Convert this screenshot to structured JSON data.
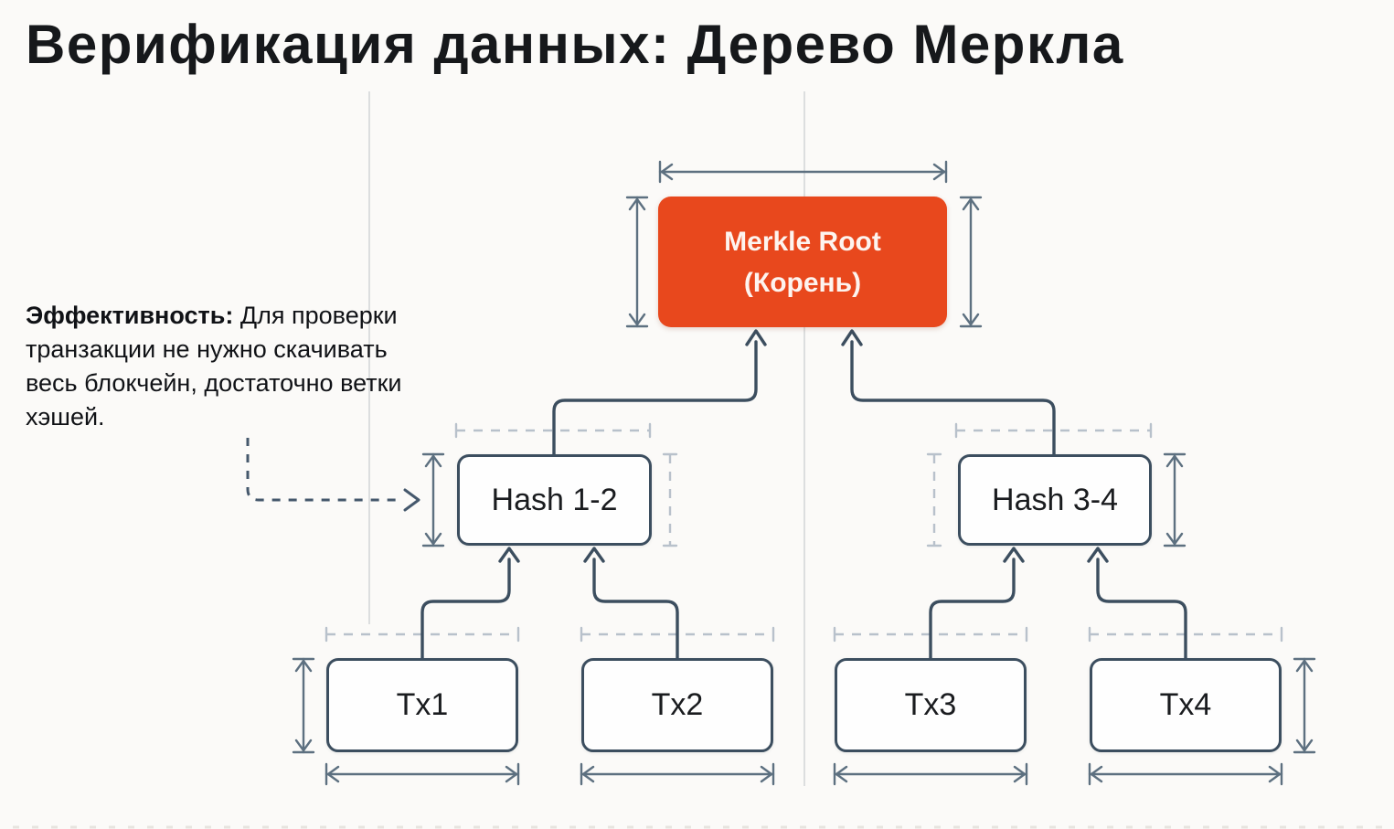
{
  "title": "Верификация данных: Дерево Меркла",
  "note": {
    "label": "Эффективность:",
    "text": "Для проверки транзакции не нужно скачивать весь блокчейн, достаточно ветки хэшей."
  },
  "tree": {
    "type": "merkle-tree",
    "root": {
      "id": "merkle-root",
      "line1": "Merkle Root",
      "line2": "(Корень)"
    },
    "branches": [
      {
        "id": "hash-1-2",
        "label": "Hash 1-2"
      },
      {
        "id": "hash-3-4",
        "label": "Hash 3-4"
      }
    ],
    "leaves": [
      {
        "id": "tx1",
        "label": "Tx1"
      },
      {
        "id": "tx2",
        "label": "Tx2"
      },
      {
        "id": "tx3",
        "label": "Tx3"
      },
      {
        "id": "tx4",
        "label": "Tx4"
      }
    ],
    "edges": [
      {
        "from": "tx1",
        "to": "hash-1-2"
      },
      {
        "from": "tx2",
        "to": "hash-1-2"
      },
      {
        "from": "tx3",
        "to": "hash-3-4"
      },
      {
        "from": "tx4",
        "to": "hash-3-4"
      },
      {
        "from": "hash-1-2",
        "to": "merkle-root"
      },
      {
        "from": "hash-3-4",
        "to": "merkle-root"
      }
    ]
  },
  "colors": {
    "background": "#fbfaf8",
    "accent_orange": "#e8481d",
    "node_border": "#3c4e5f",
    "connector": "#3c4e5f",
    "measure_arrow": "#5d7080",
    "dashed_guide": "#b8c1cb",
    "guide_line": "#dcdedf",
    "title_text": "#16181b",
    "node_text": "#1a1c1f",
    "root_text": "#fdf4ef"
  }
}
